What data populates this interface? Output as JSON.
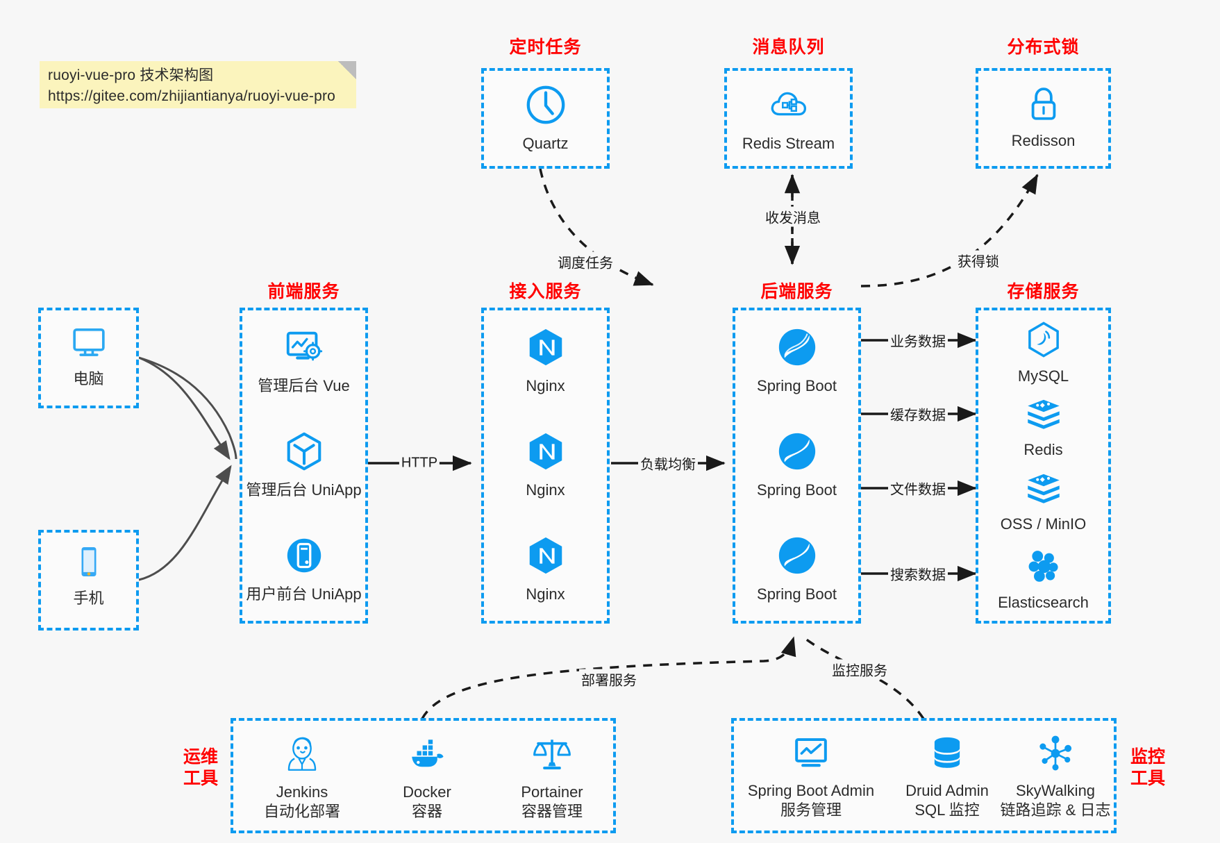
{
  "note": {
    "line1": "ruoyi-vue-pro 技术架构图",
    "line2": "https://gitee.com/zhijiantianya/ruoyi-vue-pro"
  },
  "colors": {
    "accent_blue": "#0d9bf0",
    "group_title_red": "#ff0000",
    "note_yellow": "#fbf4bd",
    "canvas": "#f7f7f7",
    "edge_dark": "#1a1a1a"
  },
  "groups": {
    "scheduler": {
      "title": "定时任务"
    },
    "mq": {
      "title": "消息队列"
    },
    "lock": {
      "title": "分布式锁"
    },
    "frontend": {
      "title": "前端服务"
    },
    "gateway": {
      "title": "接入服务"
    },
    "backend": {
      "title": "后端服务"
    },
    "storage": {
      "title": "存储服务"
    },
    "devops": {
      "title_line1": "运维",
      "title_line2": "工具"
    },
    "monitor": {
      "title_line1": "监控",
      "title_line2": "工具"
    }
  },
  "nodes": {
    "quartz": {
      "label": "Quartz",
      "icon": "clock-icon"
    },
    "redis_stream": {
      "label": "Redis Stream",
      "icon": "cloud-network-icon"
    },
    "redisson": {
      "label": "Redisson",
      "icon": "lock-icon"
    },
    "pc": {
      "label": "电脑",
      "icon": "desktop-icon"
    },
    "phone": {
      "label": "手机",
      "icon": "mobile-icon"
    },
    "admin_vue": {
      "label": "管理后台 Vue",
      "icon": "dashboard-settings-icon"
    },
    "admin_uniapp": {
      "label": "管理后台 UniApp",
      "icon": "cube-icon"
    },
    "user_uniapp": {
      "label": "用户前台 UniApp",
      "icon": "app-circle-icon"
    },
    "nginx1": {
      "label": "Nginx",
      "icon": "nginx-icon"
    },
    "nginx2": {
      "label": "Nginx",
      "icon": "nginx-icon"
    },
    "nginx3": {
      "label": "Nginx",
      "icon": "nginx-icon"
    },
    "boot1": {
      "label": "Spring Boot",
      "icon": "spring-boot-icon"
    },
    "boot2": {
      "label": "Spring Boot",
      "icon": "spring-boot-icon"
    },
    "boot3": {
      "label": "Spring Boot",
      "icon": "spring-boot-icon"
    },
    "mysql": {
      "label": "MySQL",
      "icon": "mysql-icon"
    },
    "redis": {
      "label": "Redis",
      "icon": "redis-stack-icon"
    },
    "oss": {
      "label": "OSS / MinIO",
      "icon": "redis-stack-icon"
    },
    "elasticsearch": {
      "label": "Elasticsearch",
      "icon": "elasticsearch-icon"
    },
    "jenkins": {
      "label": "Jenkins",
      "sub": "自动化部署",
      "icon": "jenkins-icon"
    },
    "docker": {
      "label": "Docker",
      "sub": "容器",
      "icon": "docker-icon"
    },
    "portainer": {
      "label": "Portainer",
      "sub": "容器管理",
      "icon": "scales-icon"
    },
    "sba": {
      "label": "Spring Boot Admin",
      "sub": "服务管理",
      "icon": "monitor-chart-icon"
    },
    "druid": {
      "label": "Druid Admin",
      "sub": "SQL 监控",
      "icon": "database-icon"
    },
    "skywalking": {
      "label": "SkyWalking",
      "sub": "链路追踪 & 日志",
      "icon": "skywalking-icon"
    }
  },
  "edges": [
    {
      "id": "client-to-frontend",
      "label": "",
      "style": "solid-curve"
    },
    {
      "id": "frontend-to-gateway",
      "label": "HTTP",
      "style": "solid"
    },
    {
      "id": "gateway-to-backend",
      "label": "负载均衡",
      "style": "solid"
    },
    {
      "id": "quartz-to-backend",
      "label": "调度任务",
      "style": "dashed-curve"
    },
    {
      "id": "backend-mq",
      "label": "收发消息",
      "style": "dashed-bidir"
    },
    {
      "id": "backend-to-lock",
      "label": "获得锁",
      "style": "dashed-curve"
    },
    {
      "id": "backend-to-mysql",
      "label": "业务数据",
      "style": "solid"
    },
    {
      "id": "backend-to-redis",
      "label": "缓存数据",
      "style": "solid"
    },
    {
      "id": "backend-to-oss",
      "label": "文件数据",
      "style": "solid"
    },
    {
      "id": "backend-to-es",
      "label": "搜索数据",
      "style": "solid"
    },
    {
      "id": "devops-to-backend",
      "label": "部署服务",
      "style": "dashed-curve"
    },
    {
      "id": "monitor-to-backend",
      "label": "监控服务",
      "style": "dashed-curve"
    }
  ]
}
